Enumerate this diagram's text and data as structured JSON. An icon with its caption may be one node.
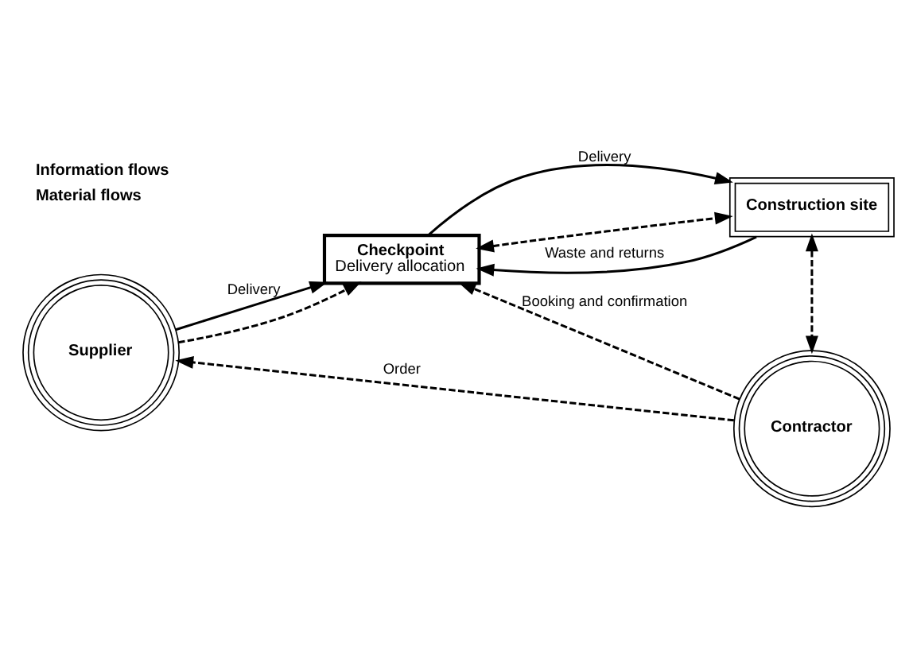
{
  "diagram": {
    "nodes": [
      {
        "text": [
          "Supplier"
        ]
      },
      {
        "text": [
          "Checkpoint",
          "Delivery allocation"
        ]
      },
      {
        "text": [
          "Construction site"
        ]
      },
      {
        "text": [
          "Contractor"
        ]
      }
    ],
    "edges": [
      {
        "from": 3,
        "to": 0,
        "arrow": "to",
        "label": "Order",
        "style": "dashed"
      },
      {
        "from": 3,
        "to": 1,
        "arrow": "to",
        "label": "Booking and confirmation",
        "style": "dashed"
      },
      {
        "from": 0,
        "to": 1,
        "arrow": "to",
        "label": "Delivery"
      },
      {
        "from": 0,
        "to": 1,
        "arrow": "to",
        "style": "dashed"
      },
      {
        "from": 1,
        "to": 2,
        "arrow": "to",
        "label": "Delivery"
      },
      {
        "from": 1,
        "to": 2,
        "arrow": "both",
        "style": "dashed"
      },
      {
        "from": 2,
        "to": 1,
        "arrow": "to",
        "label": "Waste and returns"
      },
      {
        "from": 2,
        "to": 3,
        "arrow": "both",
        "style": "dashed"
      }
    ],
    "legend": [
      {
        "text": "Information flows"
      },
      {
        "text": "Material flows"
      }
    ]
  }
}
